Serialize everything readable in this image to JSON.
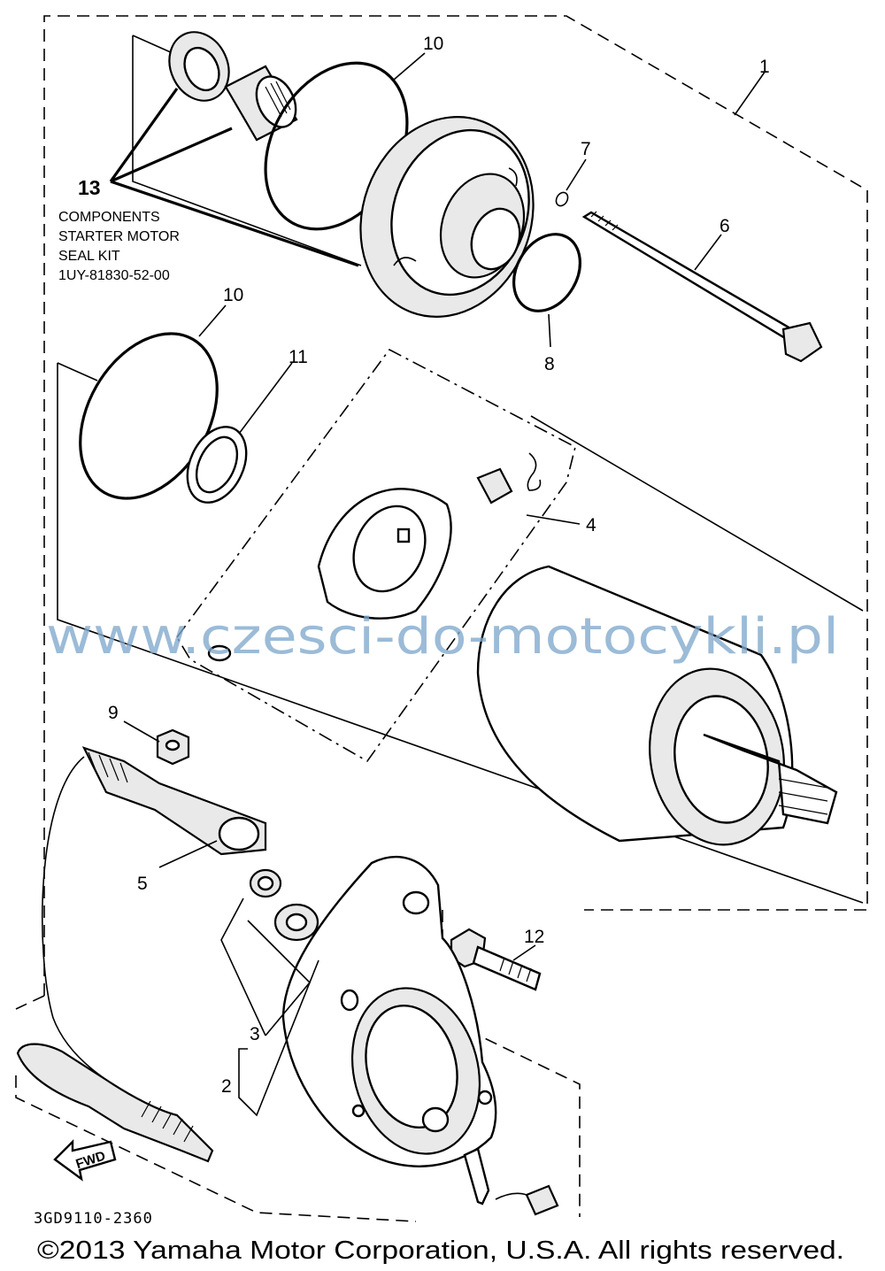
{
  "labels": {
    "p1": "1",
    "p2": "2",
    "p3": "3",
    "p4": "4",
    "p5": "5",
    "p6": "6",
    "p7": "7",
    "p8": "8",
    "p9": "9",
    "p10a": "10",
    "p10b": "10",
    "p11": "11",
    "p12": "12",
    "p13": "13"
  },
  "kit": {
    "line1": "COMPONENTS",
    "line2": "STARTER MOTOR",
    "line3": "SEAL KIT",
    "line4": "1UY-81830-52-00"
  },
  "diagram_code": "3GD9110-2360",
  "fwd_label": "FWD",
  "watermark": "www.czesci-do-motocykli.pl",
  "copyright": "©2013 Yamaha Motor Corporation, U.S.A. All rights reserved.",
  "colors": {
    "watermark": "#7fa8cc",
    "line": "#000000",
    "background": "#ffffff"
  }
}
